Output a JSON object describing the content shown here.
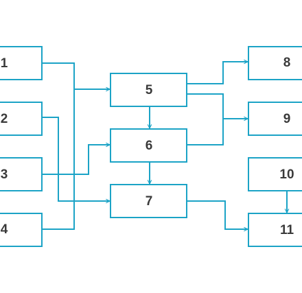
{
  "colors": {
    "stroke": "#1ba3c6",
    "label": "#3a3a3a",
    "background": "#ffffff"
  },
  "nodes": [
    {
      "id": "n1",
      "label": "1"
    },
    {
      "id": "n2",
      "label": "2"
    },
    {
      "id": "n3",
      "label": "3"
    },
    {
      "id": "n4",
      "label": "4"
    },
    {
      "id": "n5",
      "label": "5"
    },
    {
      "id": "n6",
      "label": "6"
    },
    {
      "id": "n7",
      "label": "7"
    },
    {
      "id": "n8",
      "label": "8"
    },
    {
      "id": "n9",
      "label": "9"
    },
    {
      "id": "n10",
      "label": "10"
    },
    {
      "id": "n11",
      "label": "11"
    }
  ],
  "edges": [
    {
      "from": "1",
      "to": "5"
    },
    {
      "from": "4",
      "to": "5"
    },
    {
      "from": "2",
      "to": "7"
    },
    {
      "from": "3",
      "to": "6"
    },
    {
      "from": "5",
      "to": "6"
    },
    {
      "from": "6",
      "to": "7"
    },
    {
      "from": "5",
      "to": "8"
    },
    {
      "from": "5",
      "to": "9"
    },
    {
      "from": "6",
      "to": "9"
    },
    {
      "from": "7",
      "to": "11"
    },
    {
      "from": "10",
      "to": "11"
    }
  ]
}
